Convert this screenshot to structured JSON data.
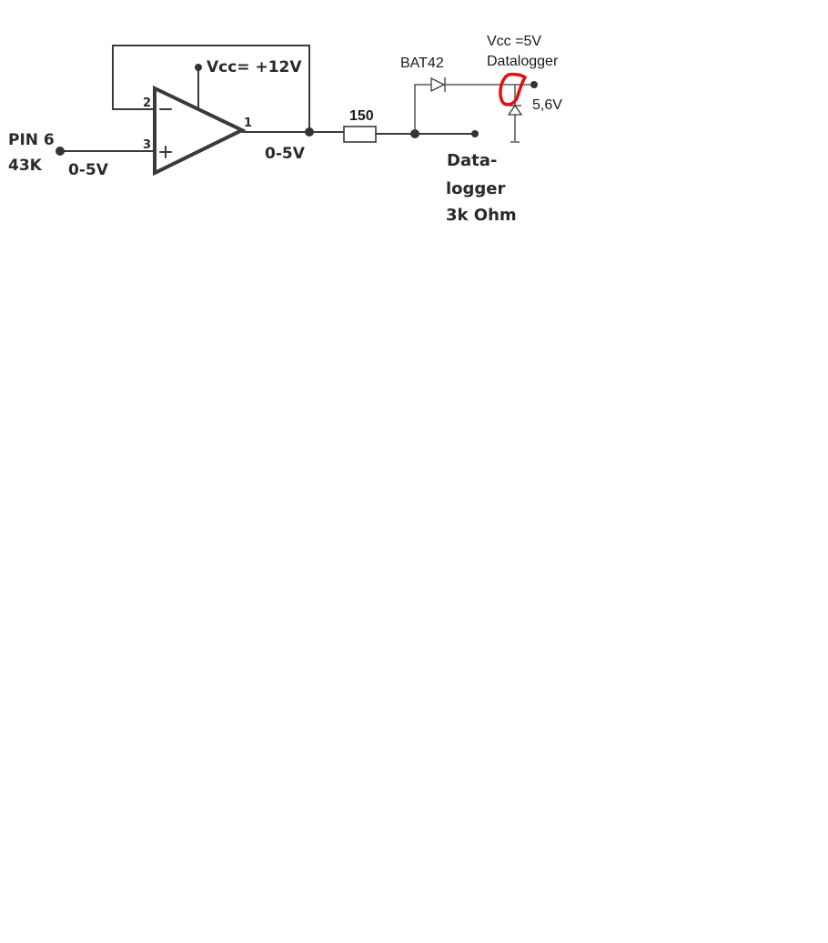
{
  "labels": {
    "input_pin": "PIN 6",
    "input_resistance": "43K",
    "input_range": "0-5V",
    "opamp_pin_inverting": "2",
    "opamp_pin_noninverting": "3",
    "opamp_pin_output": "1",
    "opamp_supply_prefix": "Vcc= ",
    "opamp_supply_value": "+12V",
    "output_range": "0-5V",
    "resistor_value": "150",
    "diode_part": "BAT42",
    "logger_vcc": "Vcc =5V",
    "logger_vcc_name": "Datalogger",
    "zener_voltage": "5,6V",
    "logger_line1": "Data-",
    "logger_line2": "logger",
    "logger_line3": "3k Ohm"
  },
  "colors": {
    "wire": "#3a3a3a",
    "highlight": "#e01010"
  }
}
